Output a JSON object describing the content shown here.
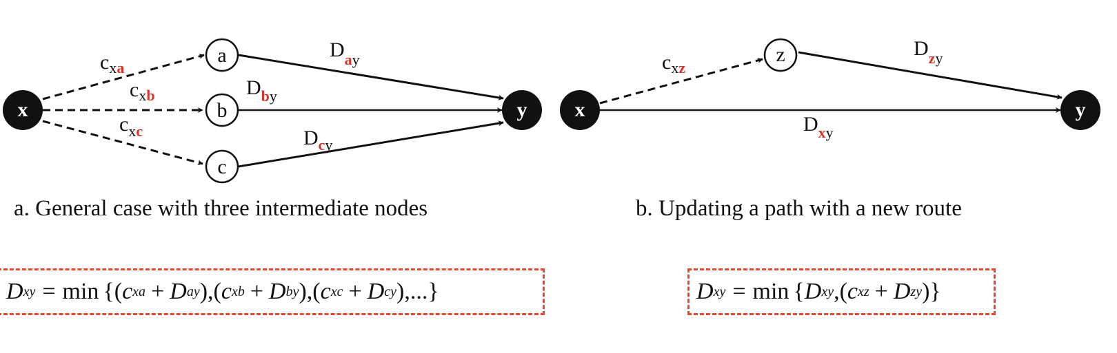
{
  "colors": {
    "accent": "#d9342b",
    "box_border": "#e8472d",
    "node_fill": "#111111"
  },
  "panel_a": {
    "caption": "a. General case with three intermediate nodes",
    "nodes": {
      "source": "x",
      "target": "y",
      "a": "a",
      "b": "b",
      "c": "c"
    },
    "edges": {
      "cxa": {
        "base": "c",
        "sub_black": "x",
        "sub_red": "a"
      },
      "cxb": {
        "base": "c",
        "sub_black": "x",
        "sub_red": "b"
      },
      "cxc": {
        "base": "c",
        "sub_black": "x",
        "sub_red": "c"
      },
      "Day": {
        "base": "D",
        "sub_red": "a",
        "sub_black": "y"
      },
      "Dby": {
        "base": "D",
        "sub_red": "b",
        "sub_black": "y"
      },
      "Dcy": {
        "base": "D",
        "sub_red": "c",
        "sub_black": "y"
      }
    },
    "equation": {
      "lhs": "D",
      "lhs_sub": "xy",
      "eq": "=",
      "op": "min",
      "open": "{",
      "close": "}",
      "t1": {
        "c": "c",
        "csub": "xa",
        "plus": "+",
        "d": "D",
        "dsub": "ay"
      },
      "t2": {
        "c": "c",
        "csub": "xb",
        "plus": "+",
        "d": "D",
        "dsub": "by"
      },
      "t3": {
        "c": "c",
        "csub": "xc",
        "plus": "+",
        "d": "D",
        "dsub": "cy"
      },
      "ellipsis": "..."
    }
  },
  "panel_b": {
    "caption": "b. Updating a path with a new route",
    "nodes": {
      "source": "x",
      "target": "y",
      "z": "z"
    },
    "edges": {
      "cxz": {
        "base": "c",
        "sub_black": "x",
        "sub_red": "z"
      },
      "Dzy": {
        "base": "D",
        "sub_red": "z",
        "sub_black": "y"
      },
      "Dxy": {
        "base": "D",
        "sub_red": "x",
        "sub_black": "y"
      }
    },
    "equation": {
      "lhs": "D",
      "lhs_sub": "xy",
      "eq": "=",
      "op": "min",
      "open": "{",
      "close": "}",
      "d1": "D",
      "d1sub": "xy",
      "c": "c",
      "csub": "xz",
      "plus": "+",
      "d2": "D",
      "d2sub": "zy"
    }
  }
}
